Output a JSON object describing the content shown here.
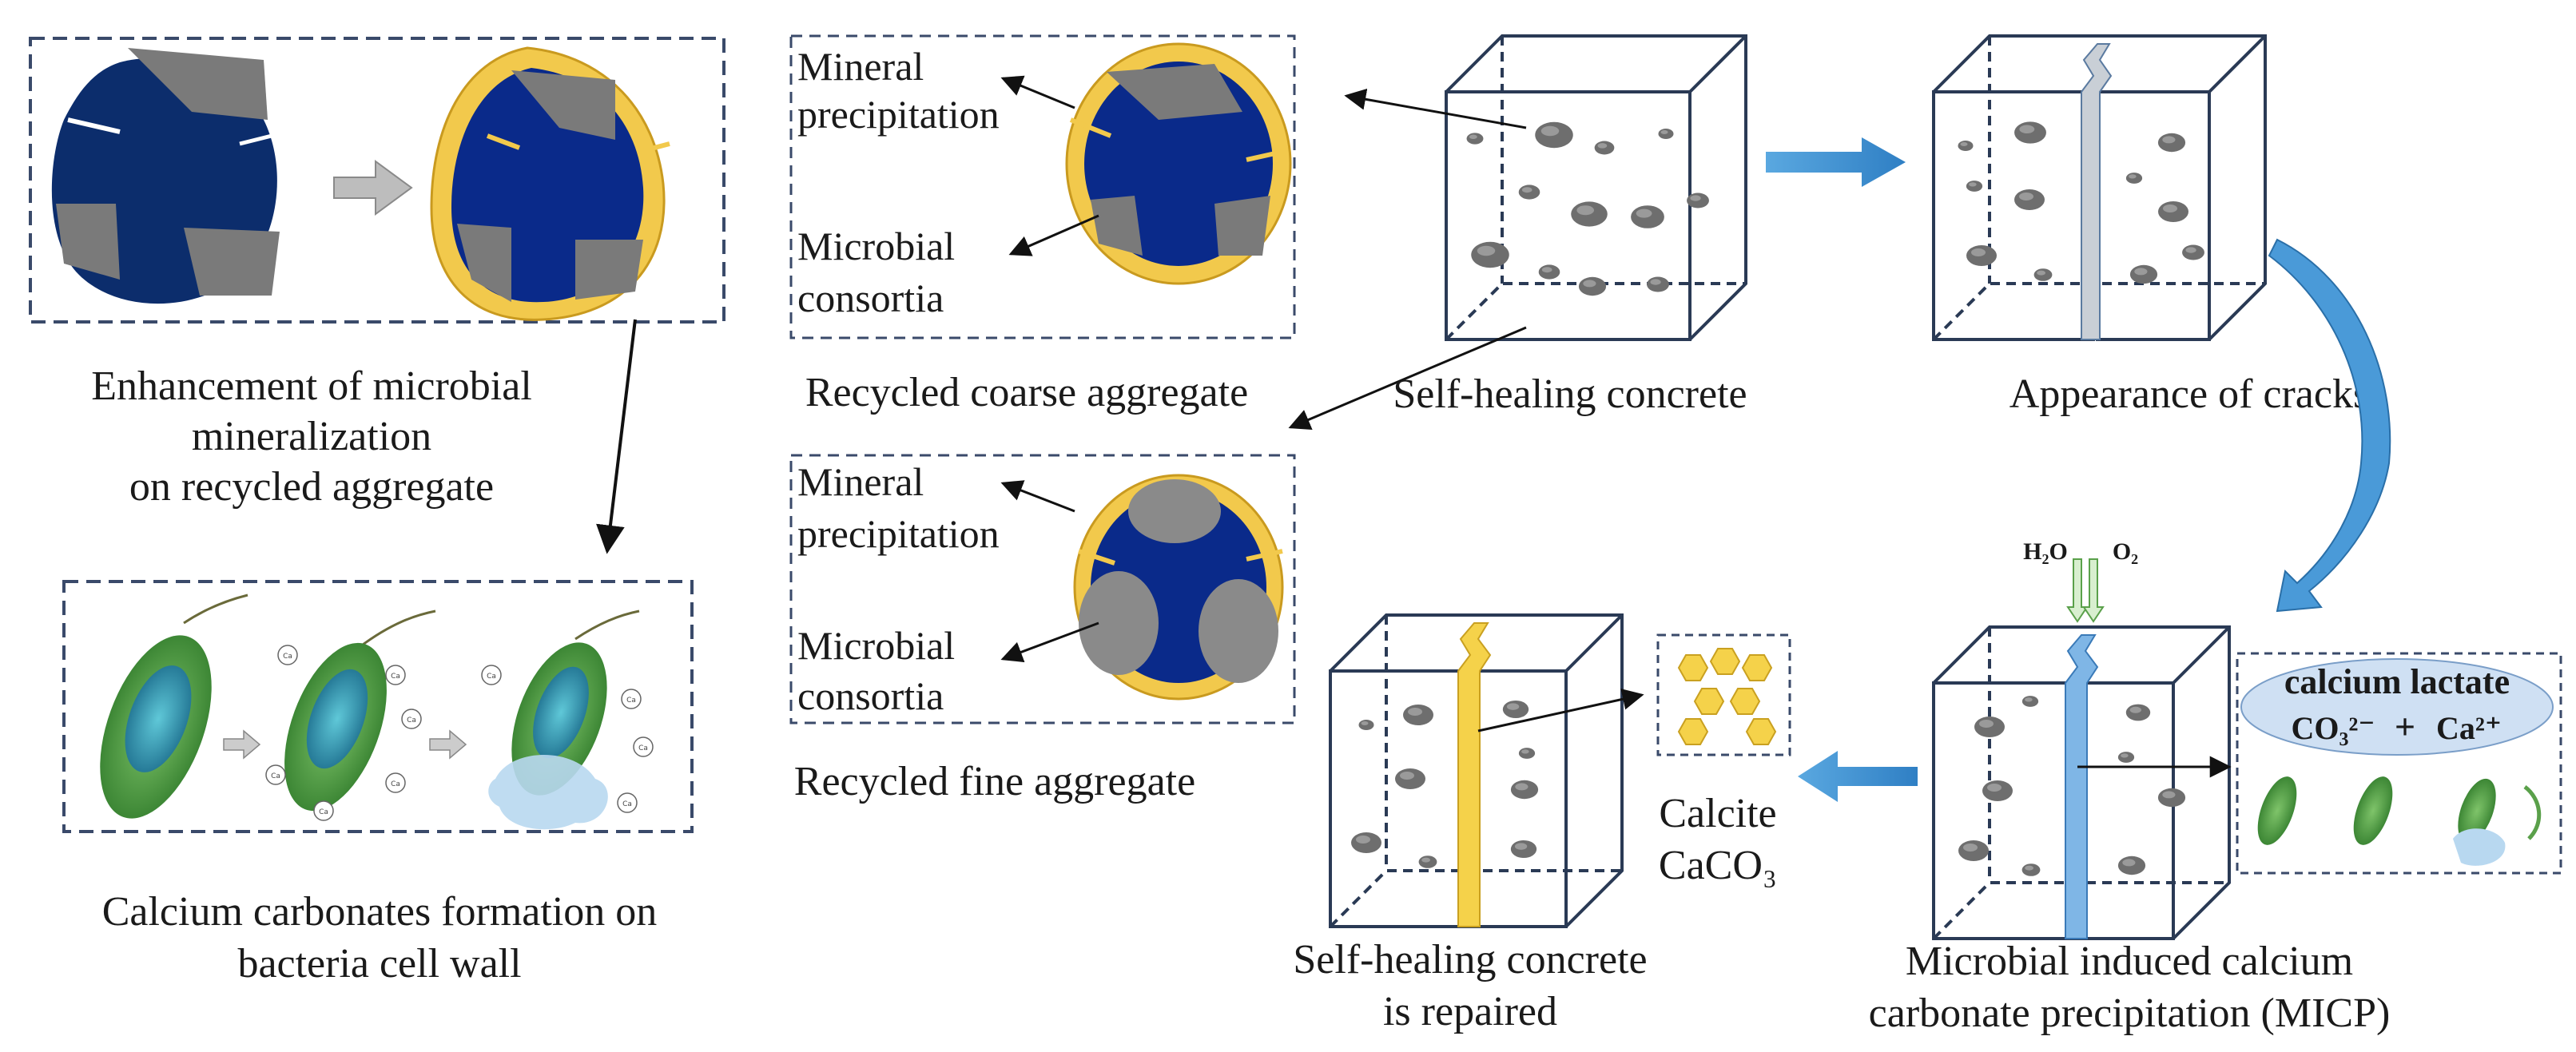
{
  "labels": {
    "enhancement_line1": "Enhancement of microbial",
    "enhancement_line2": "mineralization",
    "enhancement_line3": "on recycled aggregate",
    "calcium_formation_line1": "Calcium carbonates formation on",
    "calcium_formation_line2": "bacteria cell wall",
    "mineral_precipitation_coarse_1": "Mineral",
    "mineral_precipitation_coarse_2": "precipitation",
    "microbial_consortia_coarse_1": "Microbial",
    "microbial_consortia_coarse_2": "consortia",
    "recycled_coarse": "Recycled coarse aggregate",
    "mineral_precipitation_fine_1": "Mineral",
    "mineral_precipitation_fine_2": "precipitation",
    "microbial_consortia_fine_1": "Microbial",
    "microbial_consortia_fine_2": "consortia",
    "recycled_fine": "Recycled fine aggregate",
    "self_healing": "Self-healing concrete",
    "appearance_cracks": "Appearance of cracks",
    "h2o": "H₂O",
    "o2": "O₂",
    "calcium_lactate": "calcium lactate",
    "co3": "CO₃²⁻",
    "plus": "+",
    "ca": "Ca²⁺",
    "calcite": "Calcite",
    "caco3": "CaCO₃",
    "repaired_line1": "Self-healing concrete",
    "repaired_line2": "is repaired",
    "micp_line1": "Microbial induced calcium",
    "micp_line2": "carbonate precipitation (MICP)"
  },
  "colors": {
    "aggregate_blue": "#0a2a7a",
    "aggregate_dark": "#14305c",
    "coating_yellow": "#f2c94c",
    "grey_stone": "#8a8a8a",
    "arrow_blue": "#3a8fd0",
    "crack_blue": "#7fb6e6",
    "crack_yellow": "#f5d24a",
    "bacteria_green": "#4c9a3a",
    "dashed_box": "#3a4a6a",
    "lactate_fill": "#cfe0f3",
    "lactate_text": "#e0141e",
    "ion_text": "#1f6fc0"
  }
}
